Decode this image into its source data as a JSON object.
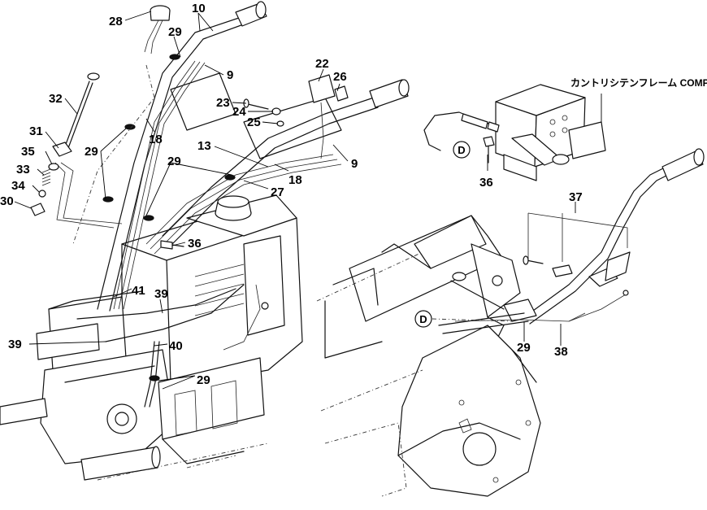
{
  "caption": "カントリシテンフレーム COMP",
  "marker": "D",
  "labels": {
    "l28": "28",
    "l10": "10",
    "l29a": "29",
    "l9a": "9",
    "l32": "32",
    "l31": "31",
    "l35": "35",
    "l33": "33",
    "l34": "34",
    "l30": "30",
    "l29b": "29",
    "l18a": "18",
    "l22": "22",
    "l26": "26",
    "l23": "23",
    "l24": "24",
    "l25": "25",
    "l13": "13",
    "l29c": "29",
    "l18b": "18",
    "l9b": "9",
    "l27": "27",
    "l36a": "36",
    "l36b": "36",
    "l37": "37",
    "l41": "41",
    "l39a": "39",
    "l39b": "39",
    "l40": "40",
    "l29d": "29",
    "l29e": "29",
    "l38": "38"
  }
}
